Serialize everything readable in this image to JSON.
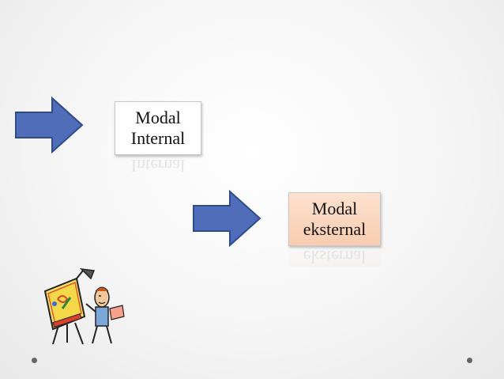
{
  "diagram": {
    "box_internal": {
      "line1": "Modal",
      "line2": "Internal"
    },
    "box_external": {
      "line1": "Modal",
      "line2": "eksternal"
    }
  },
  "colors": {
    "arrow_fill": "#4f6db8",
    "arrow_stroke": "#2f4b8f",
    "external_box_fill": "#f9d3b9"
  },
  "icons": [
    "right-arrow-icon",
    "artist-at-easel-clipart"
  ]
}
